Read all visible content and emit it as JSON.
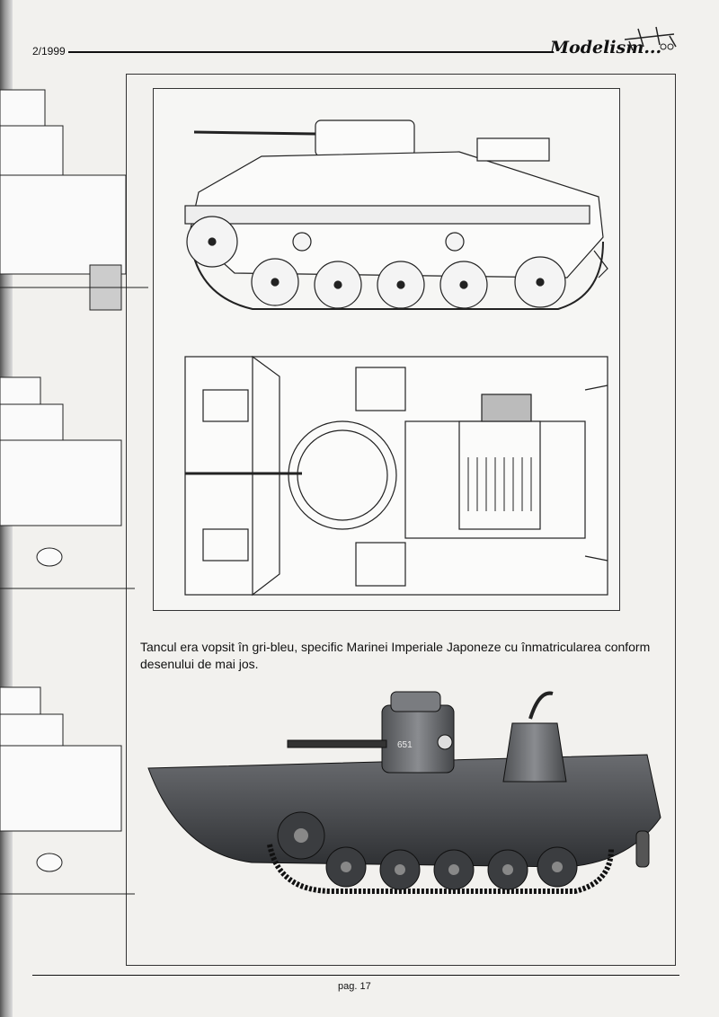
{
  "header": {
    "issue": "2/1999",
    "logo": "Modelism..."
  },
  "caption": "Tancul era vopsit în gri-bleu, specific Marinei Imperiale Japoneze cu înmatricularea conform desenului de mai jos.",
  "profile": {
    "turret_marking": "651",
    "color_hull": "#4a4c4f",
    "color_turret": "#5a5c5f"
  },
  "footer": {
    "page": "pag. 17"
  }
}
